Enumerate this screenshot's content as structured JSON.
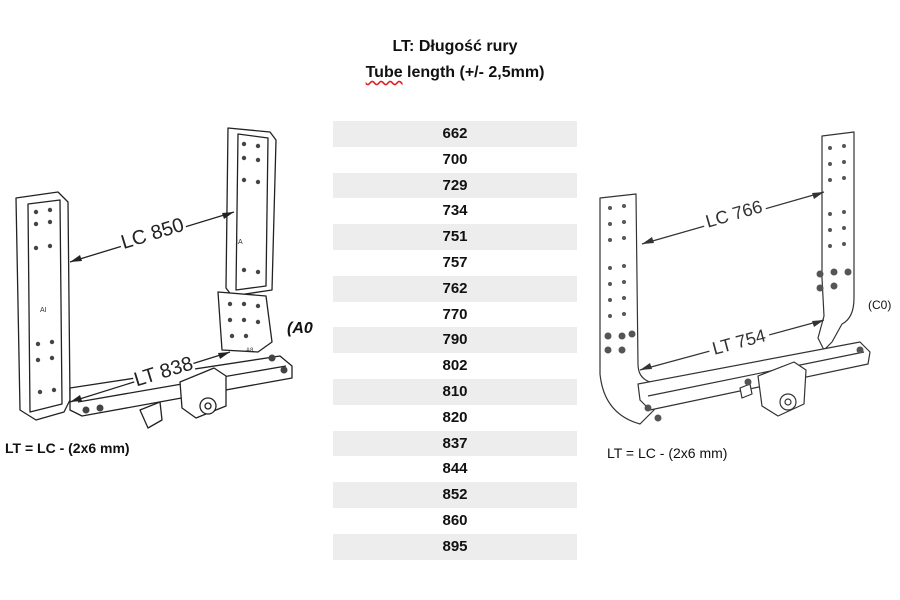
{
  "title": {
    "line1": "LT: Długość rury",
    "line2_word": "Tube",
    "line2_rest": " length (+/- 2,5mm)"
  },
  "table": {
    "values": [
      "662",
      "700",
      "729",
      "734",
      "751",
      "757",
      "762",
      "770",
      "790",
      "802",
      "810",
      "820",
      "837",
      "844",
      "852",
      "860",
      "895"
    ]
  },
  "left_bracket": {
    "lc_label": "LC 850",
    "lt_label": "LT 838",
    "code": "(A0",
    "formula": "LT = LC - (2x6 mm)",
    "plate_marks": [
      "AI",
      "IA",
      "A8"
    ]
  },
  "right_bracket": {
    "lc_label": "LC 766",
    "lt_label": "LT 754",
    "code": "(C0)",
    "formula": "LT = LC - (2x6 mm)"
  },
  "colors": {
    "row_stripe": "#ededed",
    "line": "#222222",
    "spellcheck": "#dd2222"
  }
}
